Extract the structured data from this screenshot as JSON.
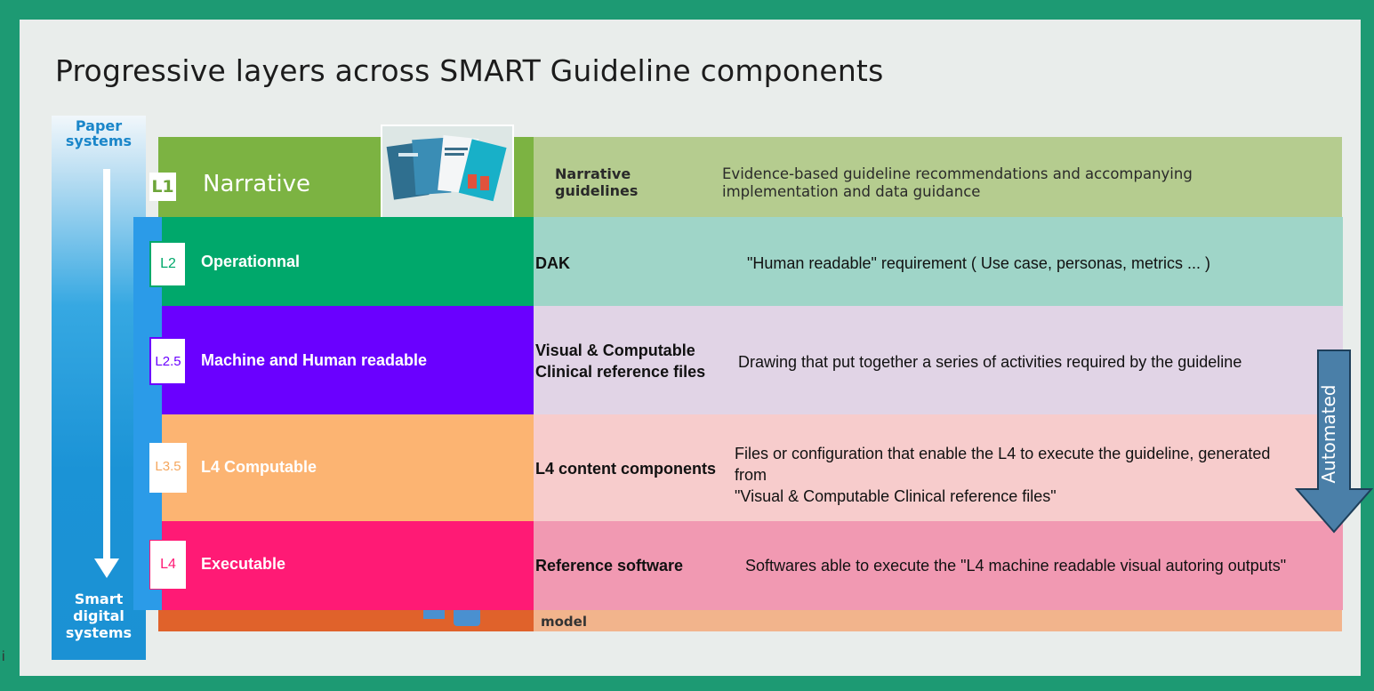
{
  "title": "Progressive layers across SMART Guideline components",
  "vertical_axis": {
    "top_label": "Paper\nsystems",
    "bottom_label": "Smart\ndigital\nsystems"
  },
  "background_layer": {
    "badge": "L1",
    "title": "Narrative",
    "label": "Narrative\nguidelines",
    "description": "Evidence-based guideline recommendations and accompanying\nimplementation and data guidance",
    "bottom_label_partial": "model"
  },
  "layers": [
    {
      "badge": "L2",
      "title": "Operationnal",
      "label": "DAK",
      "description": "\"Human readable\" requirement ( Use case, personas, metrics ... )",
      "badge_color": "#00a86b"
    },
    {
      "badge": "L2.5",
      "title": "Machine and Human readable",
      "label": "Visual & Computable\nClinical reference files",
      "description": "Drawing that put together a series of activities required by the guideline",
      "badge_color": "#6a00ff"
    },
    {
      "badge": "L3.5",
      "title": "L4 Computable",
      "label": "L4 content components",
      "description": "Files or configuration that enable the L4 to execute the guideline, generated from\n\"Visual & Computable Clinical reference files\"",
      "badge_color": "#fcb472"
    },
    {
      "badge": "L4",
      "title": "Executable",
      "label": "Reference software",
      "description": "Softwares able to execute the \"L4 machine readable visual autoring outputs\"",
      "badge_color": "#ff1a75"
    }
  ],
  "automated_arrow": {
    "label": "Automated",
    "color": "#4a7fa8"
  },
  "stray_text": "i"
}
